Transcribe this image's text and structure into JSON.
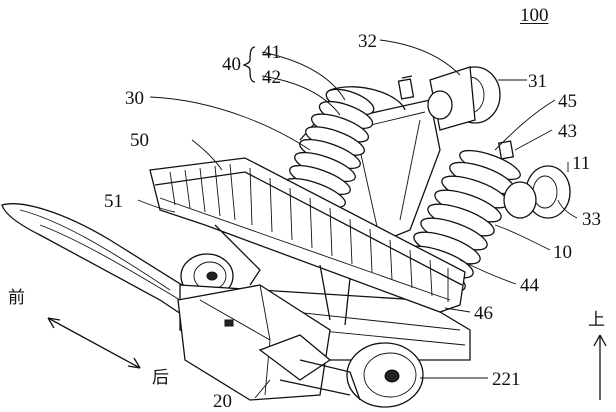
{
  "figure_number": "100",
  "labels": {
    "l40": "40",
    "l41": "41",
    "l42": "42",
    "l32": "32",
    "l31": "31",
    "l30": "30",
    "l45": "45",
    "l43": "43",
    "l11": "11",
    "l50": "50",
    "l51": "51",
    "l33": "33",
    "l10": "10",
    "l44": "44",
    "l46": "46",
    "l221": "221",
    "l20": "20"
  },
  "directions": {
    "front": "前",
    "back": "后",
    "up": "上"
  }
}
